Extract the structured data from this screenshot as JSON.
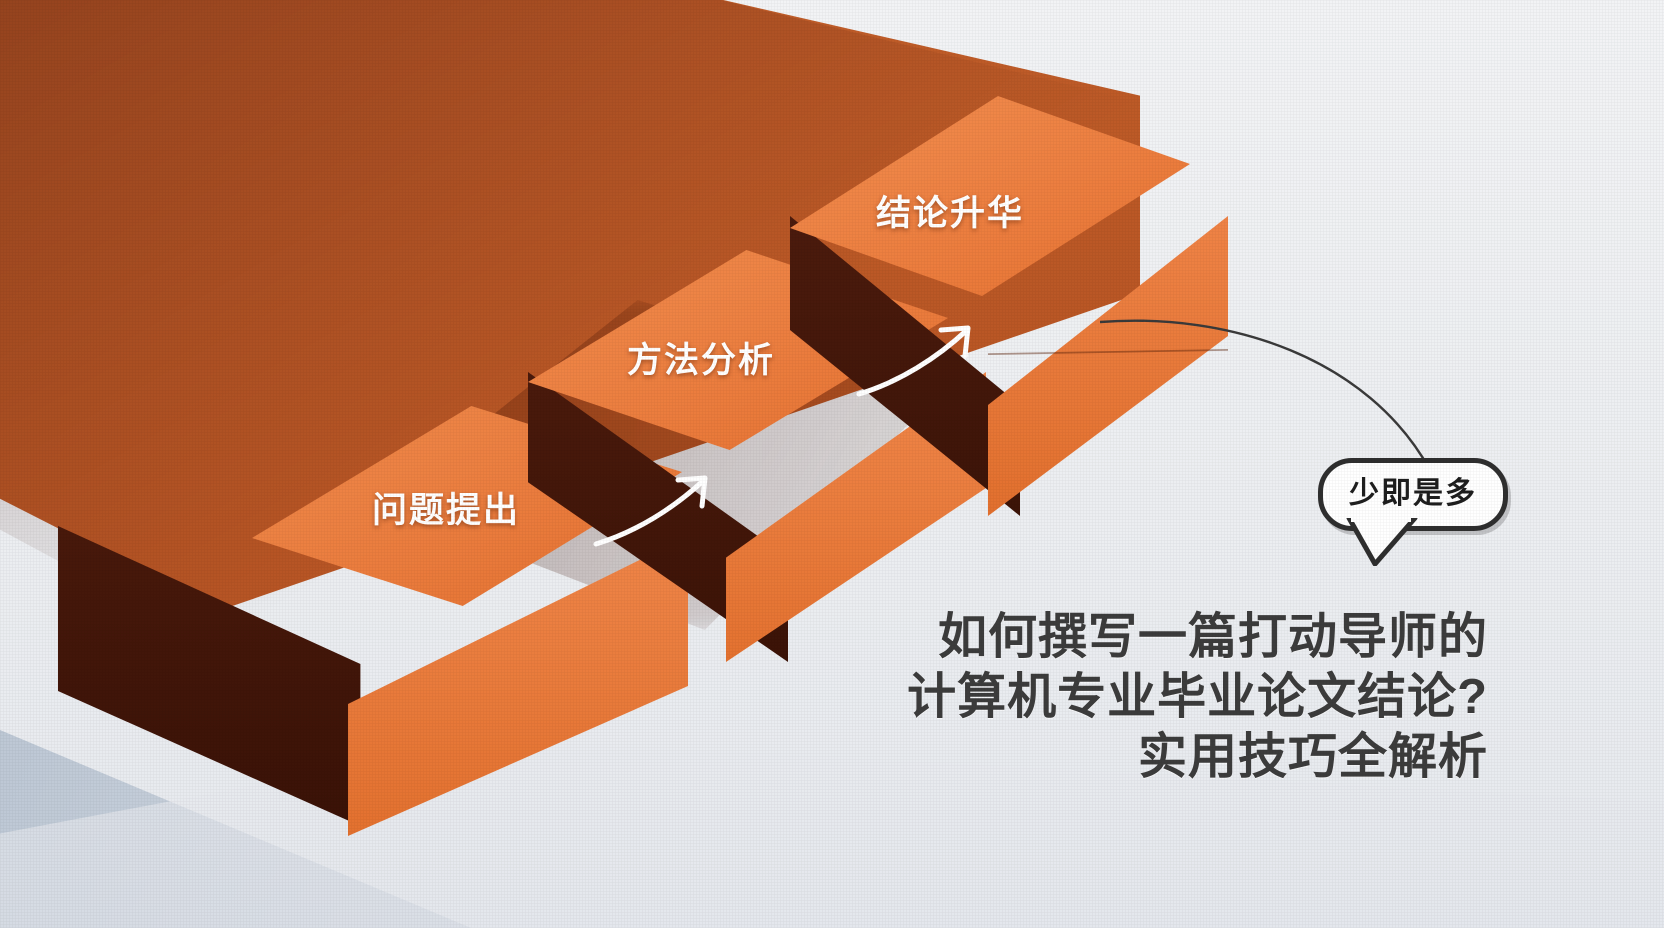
{
  "poster": {
    "title_lines": [
      "如何撰写一篇打动导师的",
      "计算机专业毕业论文结论?",
      "实用技巧全解析"
    ],
    "callout": {
      "text": "少即是多"
    },
    "steps": [
      {
        "label": "问题提出",
        "order": 1
      },
      {
        "label": "方法分析",
        "order": 2
      },
      {
        "label": "结论升华",
        "order": 3
      }
    ],
    "colors": {
      "background": "#eef0f2",
      "wall_rust": "#bd5a27",
      "cube_top": "#ee7f41",
      "cube_right": "#e3712f",
      "cube_dark": "#43180a",
      "floor_blue": "#c2ccd8",
      "title_text": "#3c3c3c",
      "callout_border": "#2f2f2f",
      "label_text": "#ffffff"
    }
  }
}
